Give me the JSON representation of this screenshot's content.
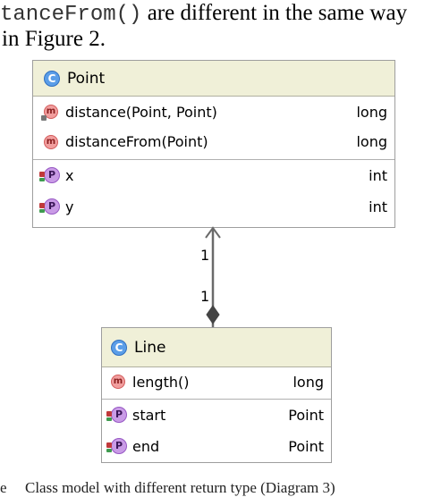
{
  "text": {
    "line1_code": "tanceFrom()",
    "line1_rest": " are different in the same way",
    "line2": "in Figure 2.",
    "caption_prefix": "e",
    "caption": "Class model with different return type (Diagram 3)"
  },
  "point_class": {
    "icon": "c-class-icon",
    "name": "Point",
    "methods": [
      {
        "name": "distance(Point, Point)",
        "type": "long",
        "static": true
      },
      {
        "name": "distanceFrom(Point)",
        "type": "long",
        "static": false
      }
    ],
    "fields": [
      {
        "name": "x",
        "type": "int"
      },
      {
        "name": "y",
        "type": "int"
      }
    ]
  },
  "association": {
    "mult_top": "1",
    "mult_bottom": "1"
  },
  "line_class": {
    "icon": "c-class-icon",
    "name": "Line",
    "methods": [
      {
        "name": "length()",
        "type": "long"
      }
    ],
    "fields": [
      {
        "name": "start",
        "type": "Point"
      },
      {
        "name": "end",
        "type": "Point"
      }
    ]
  },
  "colors": {
    "header_bg": "#f0f0d8",
    "class_icon": "#5b9ee8",
    "method_icon": "#f19e9e",
    "property_icon": "#c99be6"
  }
}
